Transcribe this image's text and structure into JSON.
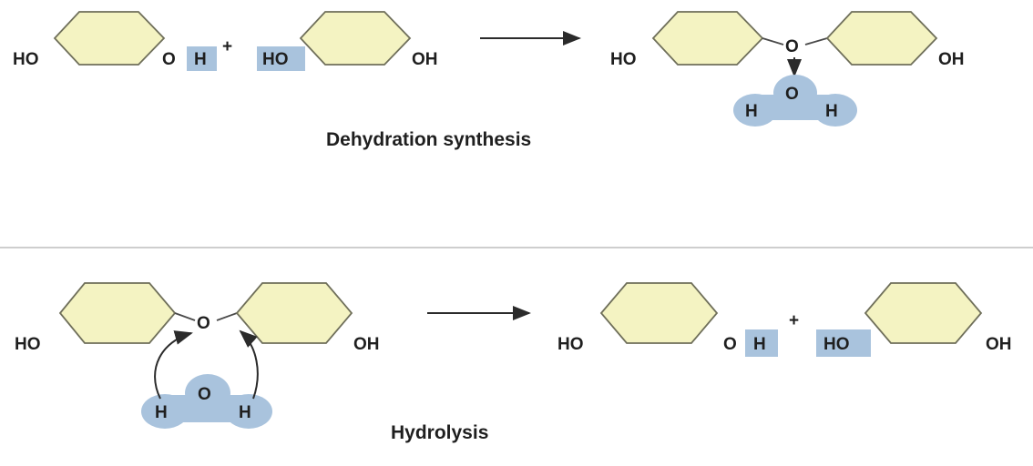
{
  "top_section": {
    "reactant_1": {
      "left_group": "HO",
      "right_o": "O",
      "right_h": "H"
    },
    "plus": "+",
    "reactant_2": {
      "left_group": "HO",
      "right_group": "OH"
    },
    "product": {
      "left_group": "HO",
      "bridge_o": "O",
      "right_group": "OH"
    },
    "water": {
      "h_left": "H",
      "o": "O",
      "h_right": "H"
    },
    "caption": "Dehydration synthesis"
  },
  "bottom_section": {
    "reactant": {
      "left_group": "HO",
      "bridge_o": "O",
      "right_group": "OH"
    },
    "water": {
      "h_left": "H",
      "o": "O",
      "h_right": "H"
    },
    "product_1": {
      "left_group": "HO",
      "right_o": "O",
      "right_h": "H"
    },
    "plus": "+",
    "product_2": {
      "left_group": "HO",
      "right_group": "OH"
    },
    "caption": "Hydrolysis"
  },
  "colors": {
    "ring_fill": "#f4f3c2",
    "highlight": "#a9c3dd",
    "divider": "#bdbdbd"
  }
}
